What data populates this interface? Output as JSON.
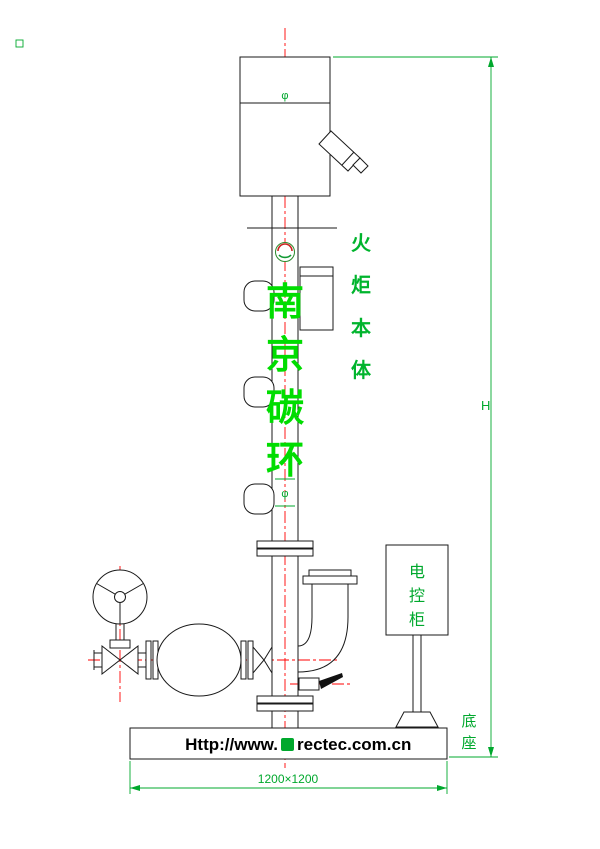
{
  "drawing": {
    "type": "flare-stack-general-arrangement",
    "colors": {
      "line_black": "#1a1a1a",
      "dimension_green": "#00a82d",
      "watermark_green": "#00dd00",
      "centerline_red": "#ff0000",
      "base_text_black": "#000000"
    }
  },
  "labels": {
    "flare_body_chars": [
      "火",
      "炬",
      "本",
      "体"
    ],
    "watermark_chars": [
      "南",
      "京",
      "碳",
      "环"
    ],
    "cabinet_chars": [
      "电",
      "控",
      "柜"
    ],
    "base_chars": [
      "底",
      "座"
    ],
    "height_dim": "H",
    "base_dim": "1200×1200",
    "phi_top": "φ",
    "phi_pipe": "φ",
    "url_prefix": "Http://www.",
    "url_suffix": "rectec.com.cn"
  }
}
